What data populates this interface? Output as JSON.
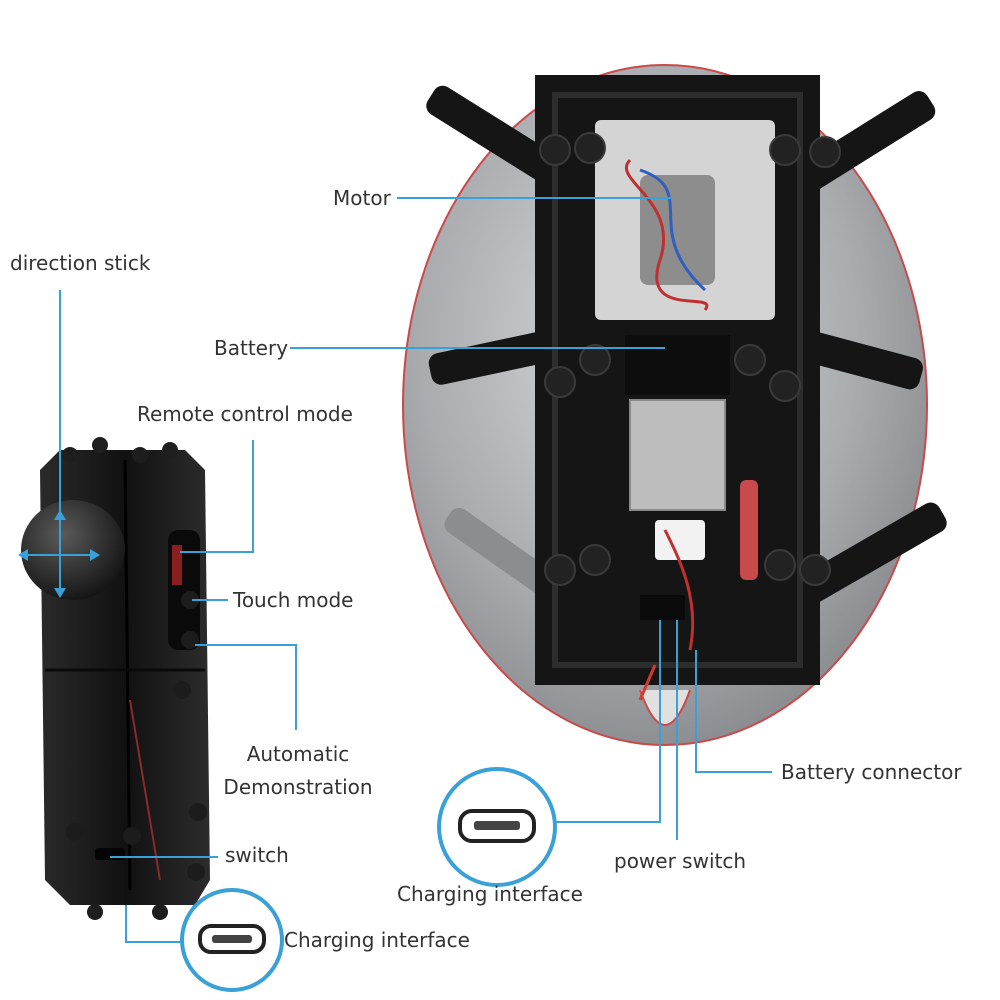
{
  "colors": {
    "leader_line": "#3aa0d8",
    "shell_silver": "#a9abae",
    "shell_rim": "#c94a4a",
    "frame_black": "#151515",
    "text": "#333333"
  },
  "labels": {
    "motor": "Motor",
    "battery": "Battery",
    "direction_stick": "direction stick",
    "remote_control_mode": "Remote control mode",
    "touch_mode": "Touch mode",
    "automatic_line1": "Automatic",
    "automatic_line2": "Demonstration",
    "switch": "switch",
    "charging_interface_remote": "Charging interface",
    "battery_connector": "Battery connector",
    "power_switch": "power switch",
    "charging_interface_robot": "Charging interface"
  },
  "icons": {
    "usb_port_icon": "micro-usb-port-icon"
  }
}
